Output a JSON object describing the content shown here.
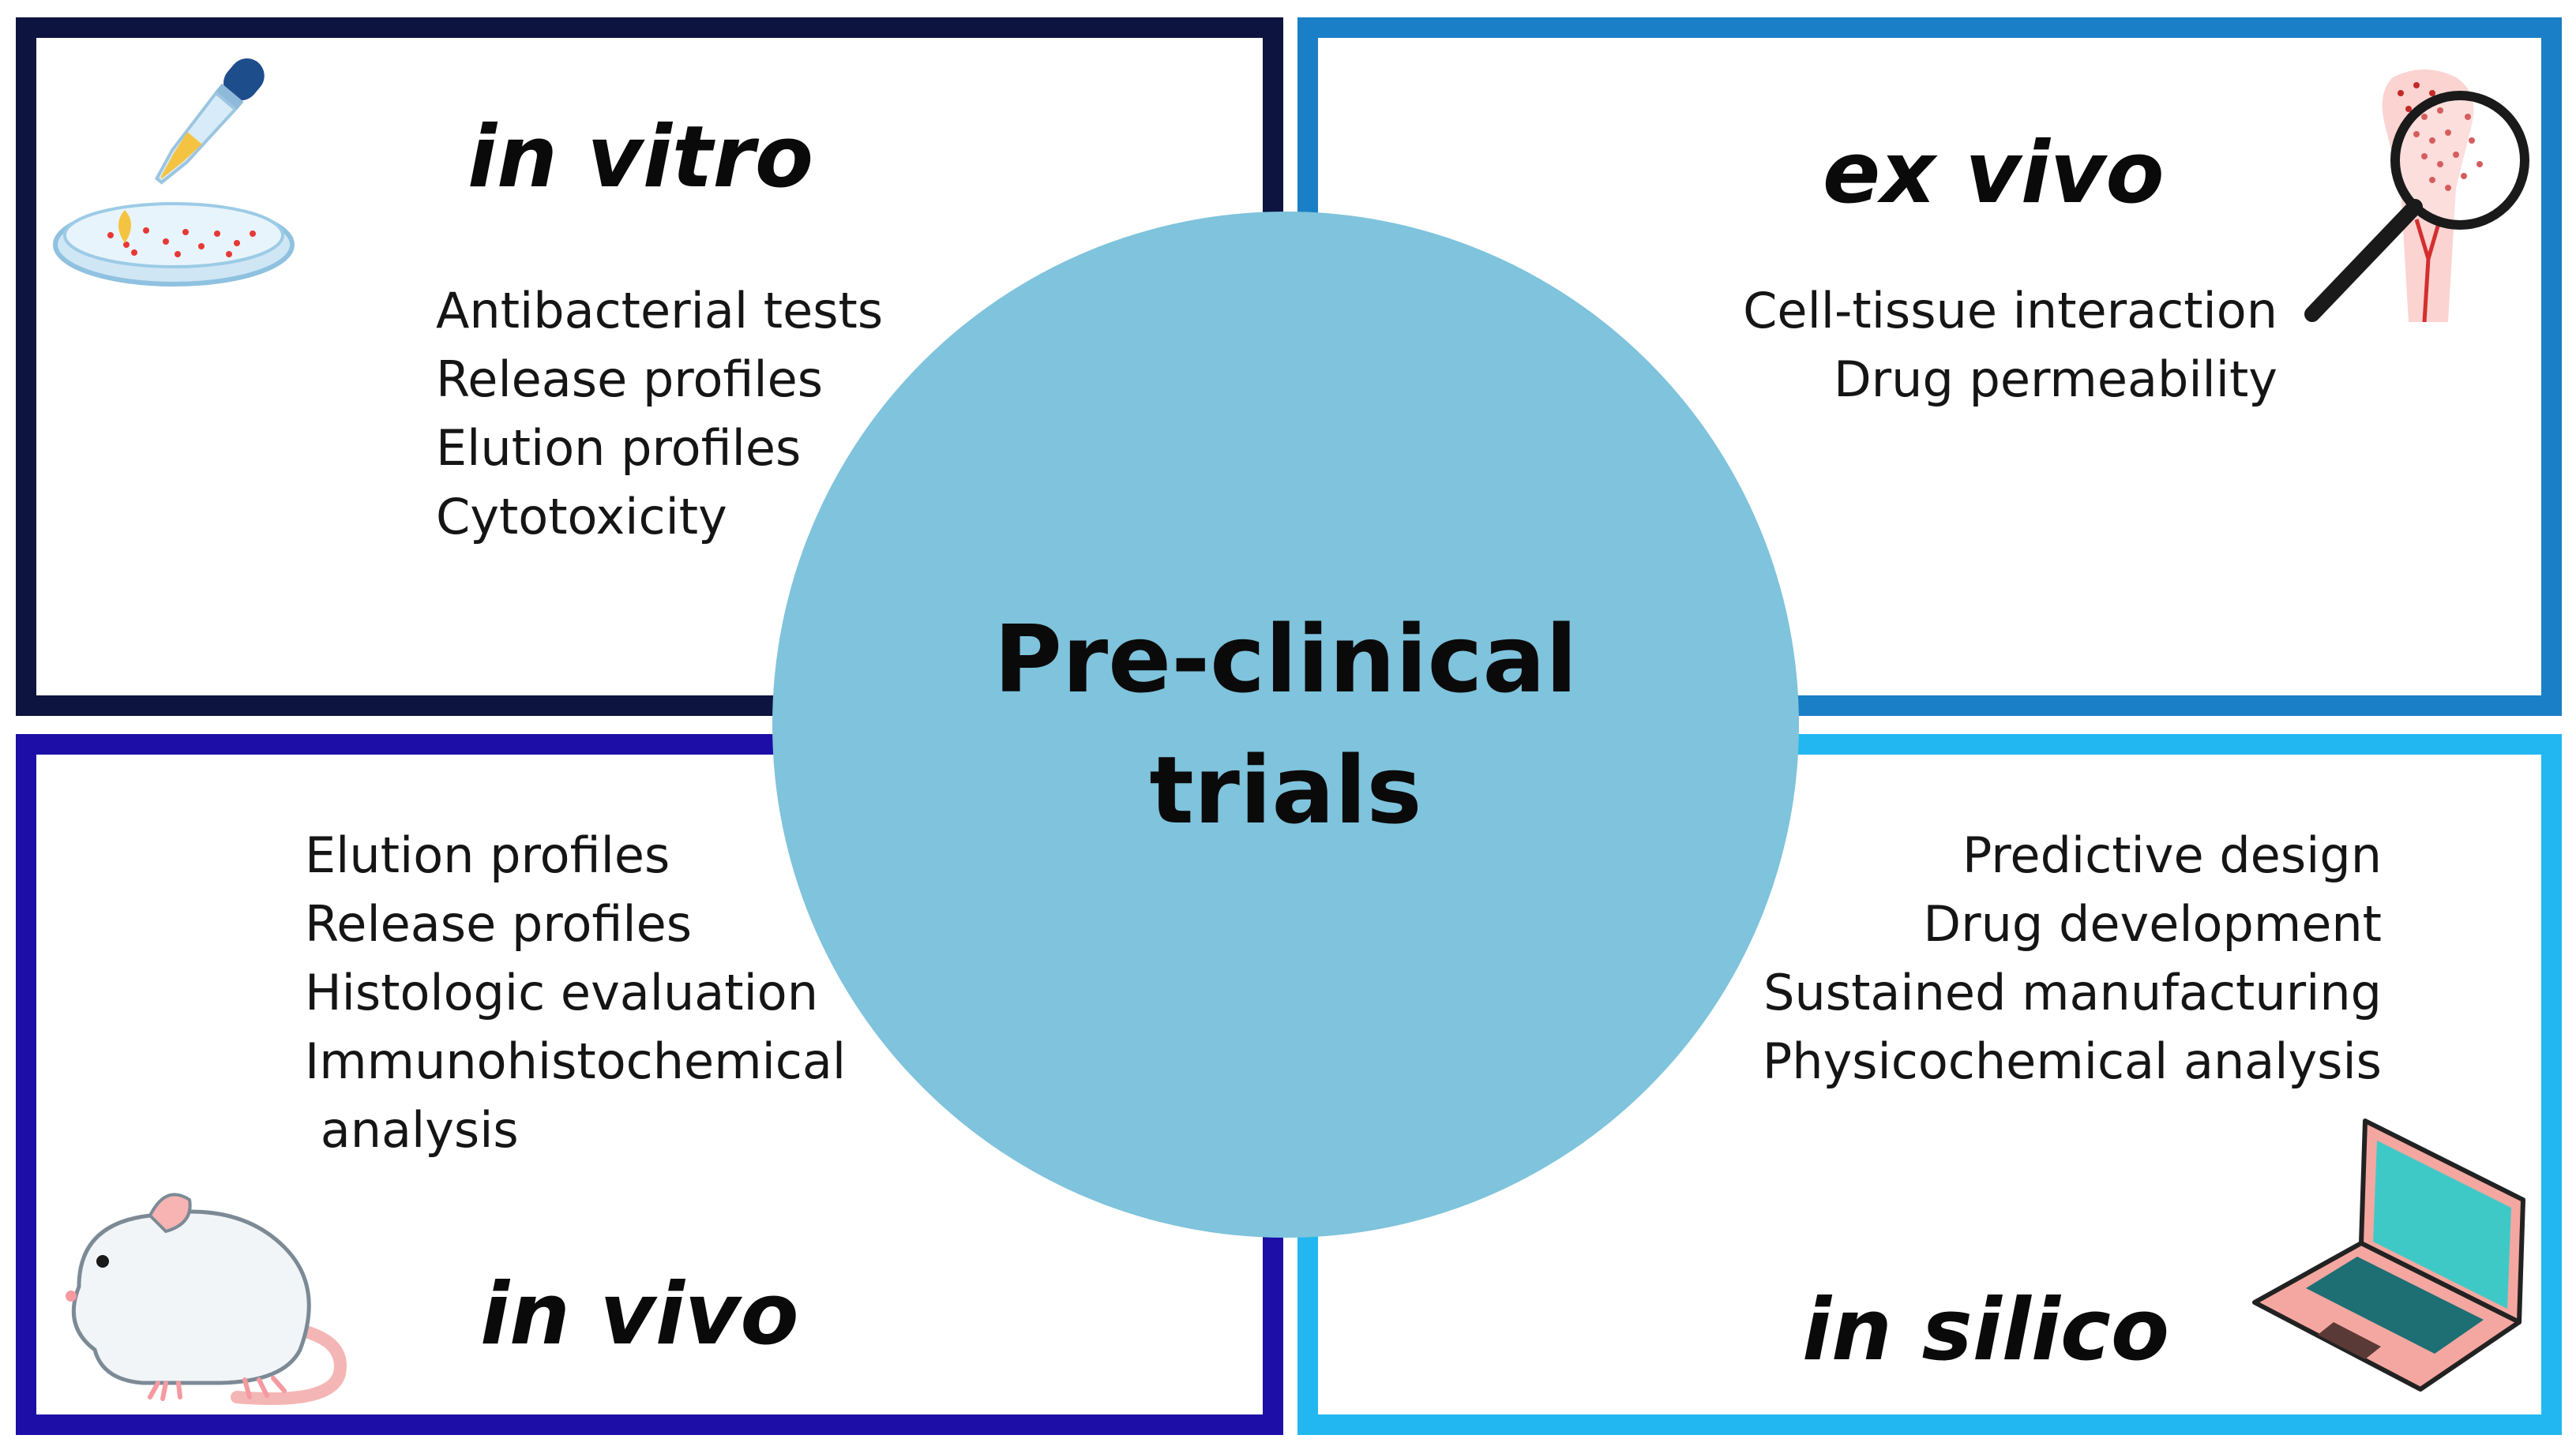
{
  "center": {
    "line1": "Pre-clinical",
    "line2": "trials",
    "color": "#7fc3dc"
  },
  "quadrants": {
    "in_vitro": {
      "title": "in vitro",
      "border_color": "#0d1440",
      "icon": "pipette-petri-dish-icon",
      "items": [
        "Antibacterial tests",
        "Release profiles",
        "Elution profiles",
        "Cytotoxicity"
      ]
    },
    "ex_vivo": {
      "title": "ex vivo",
      "border_color": "#1a7fc6",
      "icon": "magnified-bone-tissue-icon",
      "items": [
        "Cell-tissue interaction",
        "Drug permeability"
      ]
    },
    "in_vivo": {
      "title": "in vivo",
      "border_color": "#1c0ea6",
      "icon": "rat-icon",
      "items": [
        "Elution profiles",
        "Release profiles",
        "Histologic evaluation",
        "Immunohistochemical",
        " analysis"
      ]
    },
    "in_silico": {
      "title": "in silico",
      "border_color": "#22b7f0",
      "icon": "laptop-icon",
      "items": [
        "Predictive design",
        "Drug development",
        "Sustained manufacturing",
        "Physicochemical analysis"
      ]
    }
  }
}
